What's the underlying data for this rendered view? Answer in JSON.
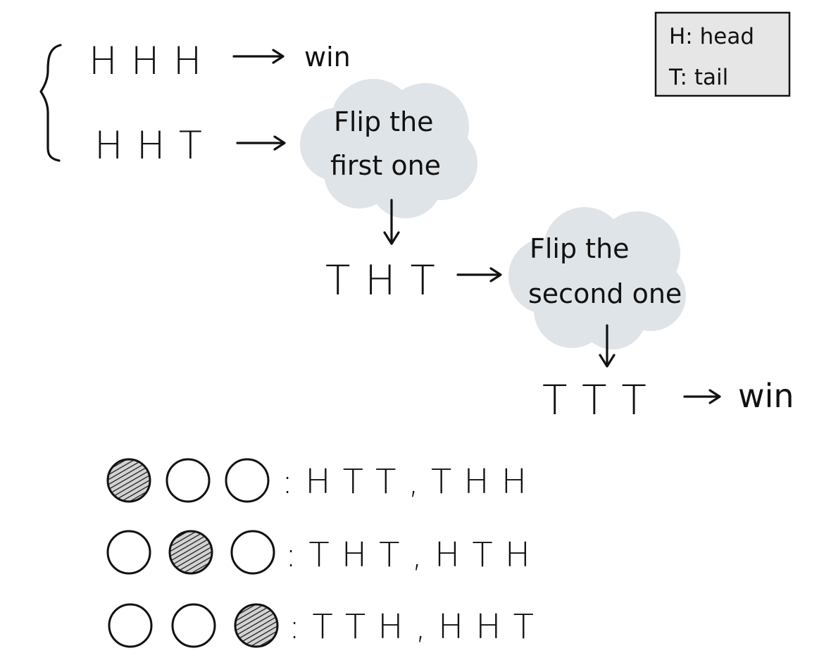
{
  "legend": {
    "head": "H: head",
    "tail": "T: tail"
  },
  "tree": {
    "hhh": "H H H",
    "hhh_result": "win",
    "hht": "H H T",
    "cloud1_line1": "Flip the",
    "cloud1_line2": "first one",
    "tht": "T H T",
    "cloud2_line1": "Flip the",
    "cloud2_line2": "second one",
    "ttt": "T T T",
    "ttt_result": "win"
  },
  "patterns": [
    {
      "shaded": 0,
      "text": ": H T T , T H H"
    },
    {
      "shaded": 1,
      "text": ": T H T , H T H"
    },
    {
      "shaded": 2,
      "text": ": T T H , H H T"
    }
  ],
  "colors": {
    "ink": "#111111",
    "cloud": "#dfe4e8",
    "legend_bg": "#e6e6e6"
  }
}
